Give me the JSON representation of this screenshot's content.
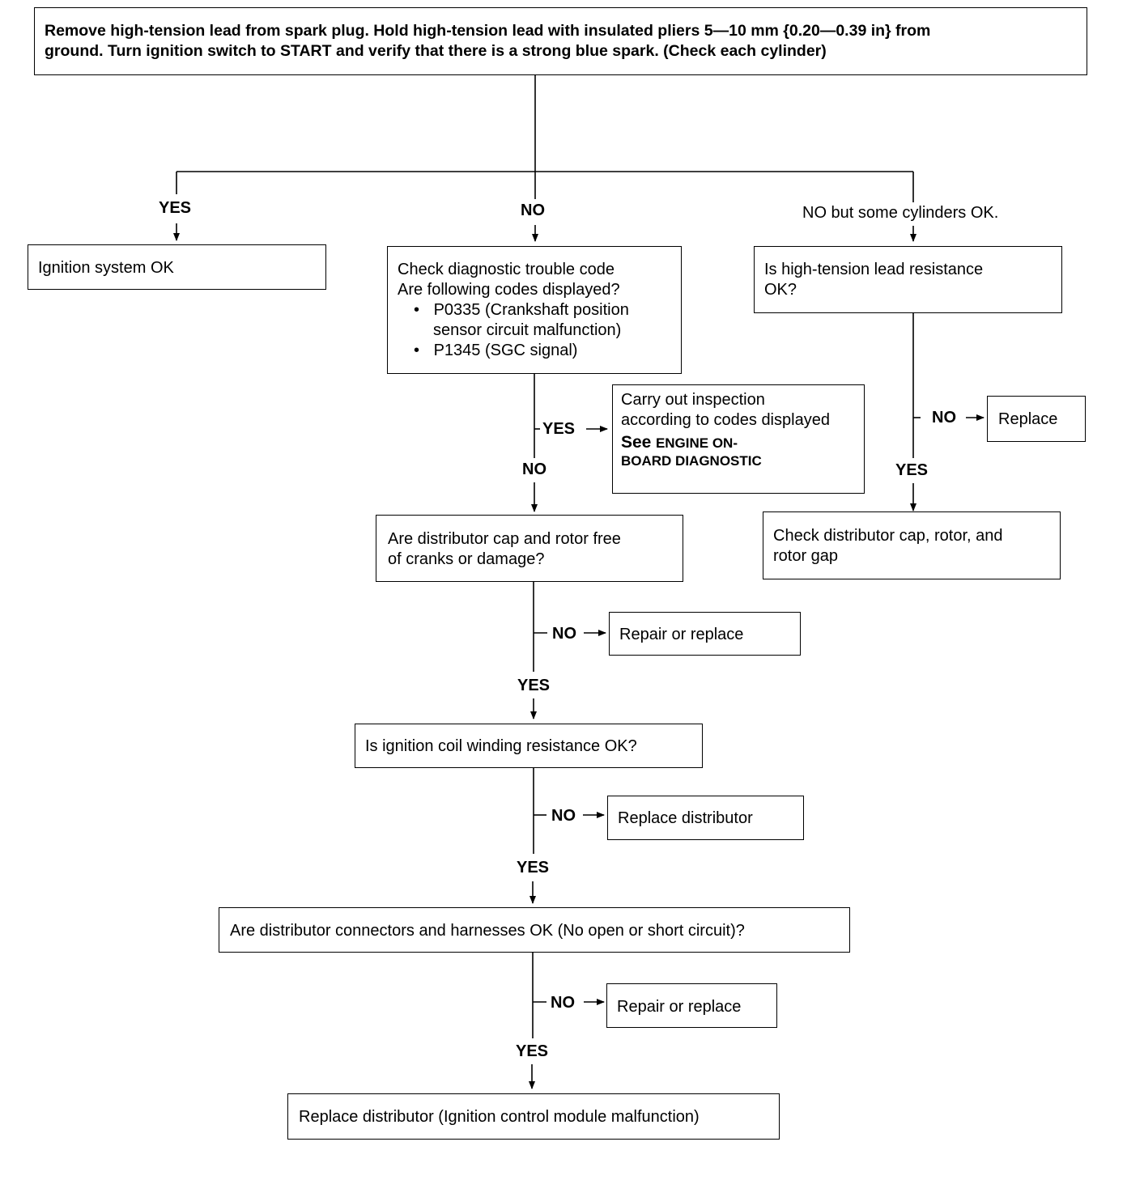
{
  "nodes": {
    "start": {
      "lines": [
        "Remove high-tension lead from spark plug. Hold high-tension lead with insulated pliers 5—10 mm {0.20—0.39 in} from",
        "ground. Turn ignition switch to START and verify that there is a strong blue spark. (Check each cylinder)"
      ]
    },
    "ignition_ok": {
      "text": "Ignition system OK"
    },
    "check_dtc": {
      "lines": [
        "Check diagnostic trouble code",
        "Are following codes displayed?"
      ],
      "bullets": [
        {
          "marker": "•",
          "lines": [
            "P0335 (Crankshaft position",
            "sensor circuit malfunction)"
          ]
        },
        {
          "marker": "•",
          "lines": [
            "P1345 (SGC signal)"
          ]
        }
      ]
    },
    "inspect_codes": {
      "lines": [
        "Carry out inspection",
        "according to codes displayed"
      ],
      "see_word": "See",
      "see_ref_1": "ENGINE ON-",
      "see_ref_2": "BOARD DIAGNOSTIC"
    },
    "ht_lead": {
      "lines": [
        "Is high-tension lead resistance",
        "OK?"
      ]
    },
    "replace_lead": {
      "text": "Replace"
    },
    "check_cap_rotor": {
      "lines": [
        "Check distributor cap, rotor, and",
        "rotor gap"
      ]
    },
    "cap_rotor_q": {
      "lines": [
        "Are distributor cap and rotor free",
        "of cranks or damage?"
      ]
    },
    "repair_1": {
      "text": "Repair or replace"
    },
    "coil_q": {
      "text": "Is ignition coil winding resistance OK?"
    },
    "replace_dist": {
      "text": "Replace distributor"
    },
    "harness_q": {
      "text": "Are distributor connectors and harnesses OK (No open or short circuit)?"
    },
    "repair_2": {
      "text": "Repair or replace"
    },
    "final": {
      "text": "Replace distributor (Ignition control module malfunction)"
    }
  },
  "edge_labels": {
    "yes_left": "YES",
    "no_mid": "NO",
    "no_but_some": "NO but some cylinders OK.",
    "dtc_yes": "YES",
    "dtc_no": "NO",
    "lead_no": "NO",
    "lead_yes": "YES",
    "cap_no": "NO",
    "cap_yes": "YES",
    "coil_no": "NO",
    "coil_yes": "YES",
    "harness_no": "NO",
    "harness_yes": "YES"
  }
}
